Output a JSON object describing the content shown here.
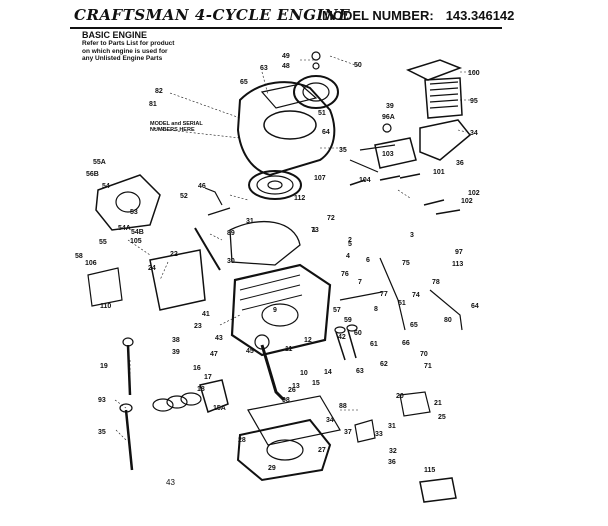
{
  "header": {
    "title": "CRAFTSMAN 4-CYCLE ENGINE",
    "model_label": "MODEL NUMBER:",
    "model_number": "143.346142"
  },
  "section": {
    "title": "BASIC ENGINE",
    "note_lines": [
      "Refer to Parts List for product",
      "on which engine is used for",
      "any Unlisted Engine Parts"
    ],
    "callout_lines": [
      "MODEL and SERIAL",
      "NUMBERS HERE"
    ]
  },
  "page_number": "43",
  "part_numbers": [
    "100",
    "95",
    "34",
    "35",
    "36",
    "50",
    "49",
    "48",
    "51",
    "96A",
    "39",
    "103",
    "104",
    "101",
    "102",
    "107",
    "112",
    "63",
    "65",
    "64",
    "82",
    "81",
    "55A",
    "56B",
    "54",
    "53",
    "52",
    "55",
    "54A",
    "54B",
    "58",
    "105",
    "106",
    "110",
    "22",
    "24",
    "46",
    "89",
    "31",
    "30",
    "72",
    "73",
    "2",
    "4",
    "3",
    "75",
    "78",
    "74",
    "97",
    "113",
    "64",
    "80",
    "65",
    "66",
    "70",
    "71",
    "23",
    "41",
    "43",
    "38",
    "39",
    "9",
    "12",
    "11",
    "10",
    "13",
    "14",
    "15",
    "16",
    "17",
    "18",
    "19",
    "93",
    "88",
    "35",
    "98",
    "45",
    "47",
    "42",
    "60",
    "61",
    "62",
    "63",
    "57",
    "59",
    "51",
    "8",
    "7",
    "6",
    "5",
    "1",
    "20",
    "21",
    "25",
    "34",
    "37",
    "33",
    "32",
    "31",
    "36",
    "26",
    "27",
    "28",
    "29",
    "115",
    "15A",
    "76",
    "77",
    "102"
  ],
  "colors": {
    "ink": "#111111",
    "paper": "#ffffff"
  }
}
